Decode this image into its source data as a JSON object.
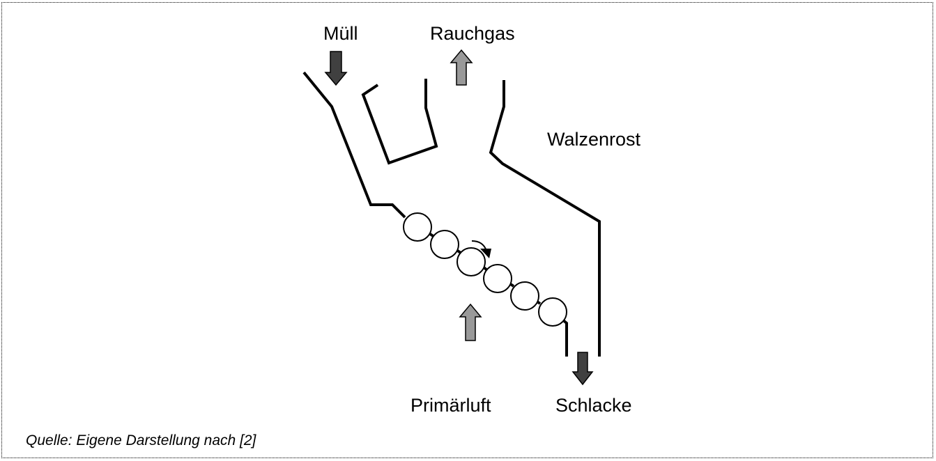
{
  "labels": {
    "waste_in": "Müll",
    "flue_gas": "Rauchgas",
    "grate_type": "Walzenrost",
    "primary_air": "Primärluft",
    "slag": "Schlacke"
  },
  "caption": "Quelle: Eigene Darstellung nach [2]",
  "colors": {
    "dark_arrow": "#404040",
    "light_arrow": "#999999",
    "line": "#000000"
  }
}
